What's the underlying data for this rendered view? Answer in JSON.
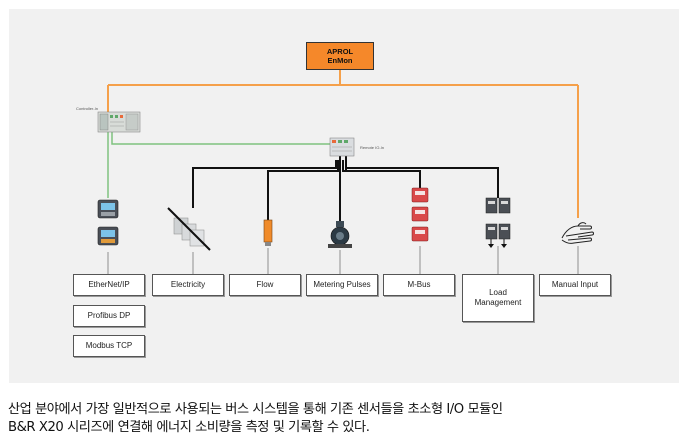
{
  "diagram": {
    "aprol": {
      "line1": "APROL",
      "line2": "EnMon"
    },
    "controller_label": "Controller-In",
    "remote_label": "Remote IO-In",
    "devices": [
      {
        "id": "ethernet",
        "label": "EtherNet/IP"
      },
      {
        "id": "electricity",
        "label": "Electricity"
      },
      {
        "id": "flow",
        "label": "Flow"
      },
      {
        "id": "metering",
        "label": "Metering Pulses"
      },
      {
        "id": "mbus",
        "label": "M-Bus"
      },
      {
        "id": "load",
        "label_line1": "Load",
        "label_line2": "Management"
      },
      {
        "id": "manual",
        "label": "Manual Input"
      }
    ],
    "protocols": [
      "Profibus DP",
      "Modbus TCP"
    ],
    "colors": {
      "orange": "#f5a04a",
      "green": "#7fc27f",
      "bus": "#111111"
    }
  },
  "caption": {
    "line1": "산업 분야에서 가장 일반적으로 사용되는 버스 시스템을 통해 기존 센서들을 초소형 I/O 모듈인",
    "line2": "B&R X20 시리즈에 연결해 에너지 소비량을 측정 및 기록할 수 있다."
  }
}
